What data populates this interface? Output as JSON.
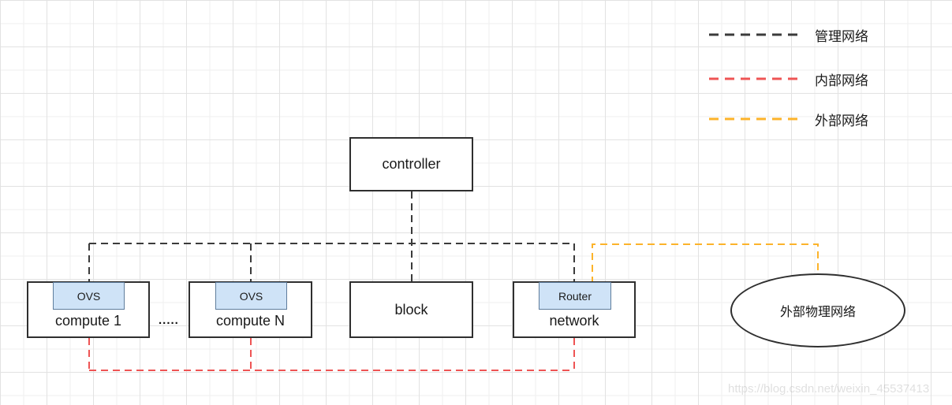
{
  "legend": {
    "items": [
      {
        "label": "管理网络",
        "color": "#3b3b3b"
      },
      {
        "label": "内部网络",
        "color": "#ee5454"
      },
      {
        "label": "外部网络",
        "color": "#fcb32a"
      }
    ]
  },
  "nodes": {
    "controller": {
      "label": "controller"
    },
    "compute1": {
      "label": "compute 1",
      "chip": "OVS"
    },
    "computeN": {
      "label": "compute N",
      "chip": "OVS"
    },
    "ellipsis": ".....",
    "block": {
      "label": "block"
    },
    "network": {
      "label": "network",
      "chip": "Router"
    },
    "external": {
      "label": "外部物理网络"
    }
  },
  "colors": {
    "management_network": "#3b3b3b",
    "internal_network": "#ee5454",
    "external_network": "#fcb32a",
    "chip_fill": "#cfe3f7",
    "chip_border": "#5f7d9c"
  },
  "watermark": "https://blog.csdn.net/weixin_45537413"
}
